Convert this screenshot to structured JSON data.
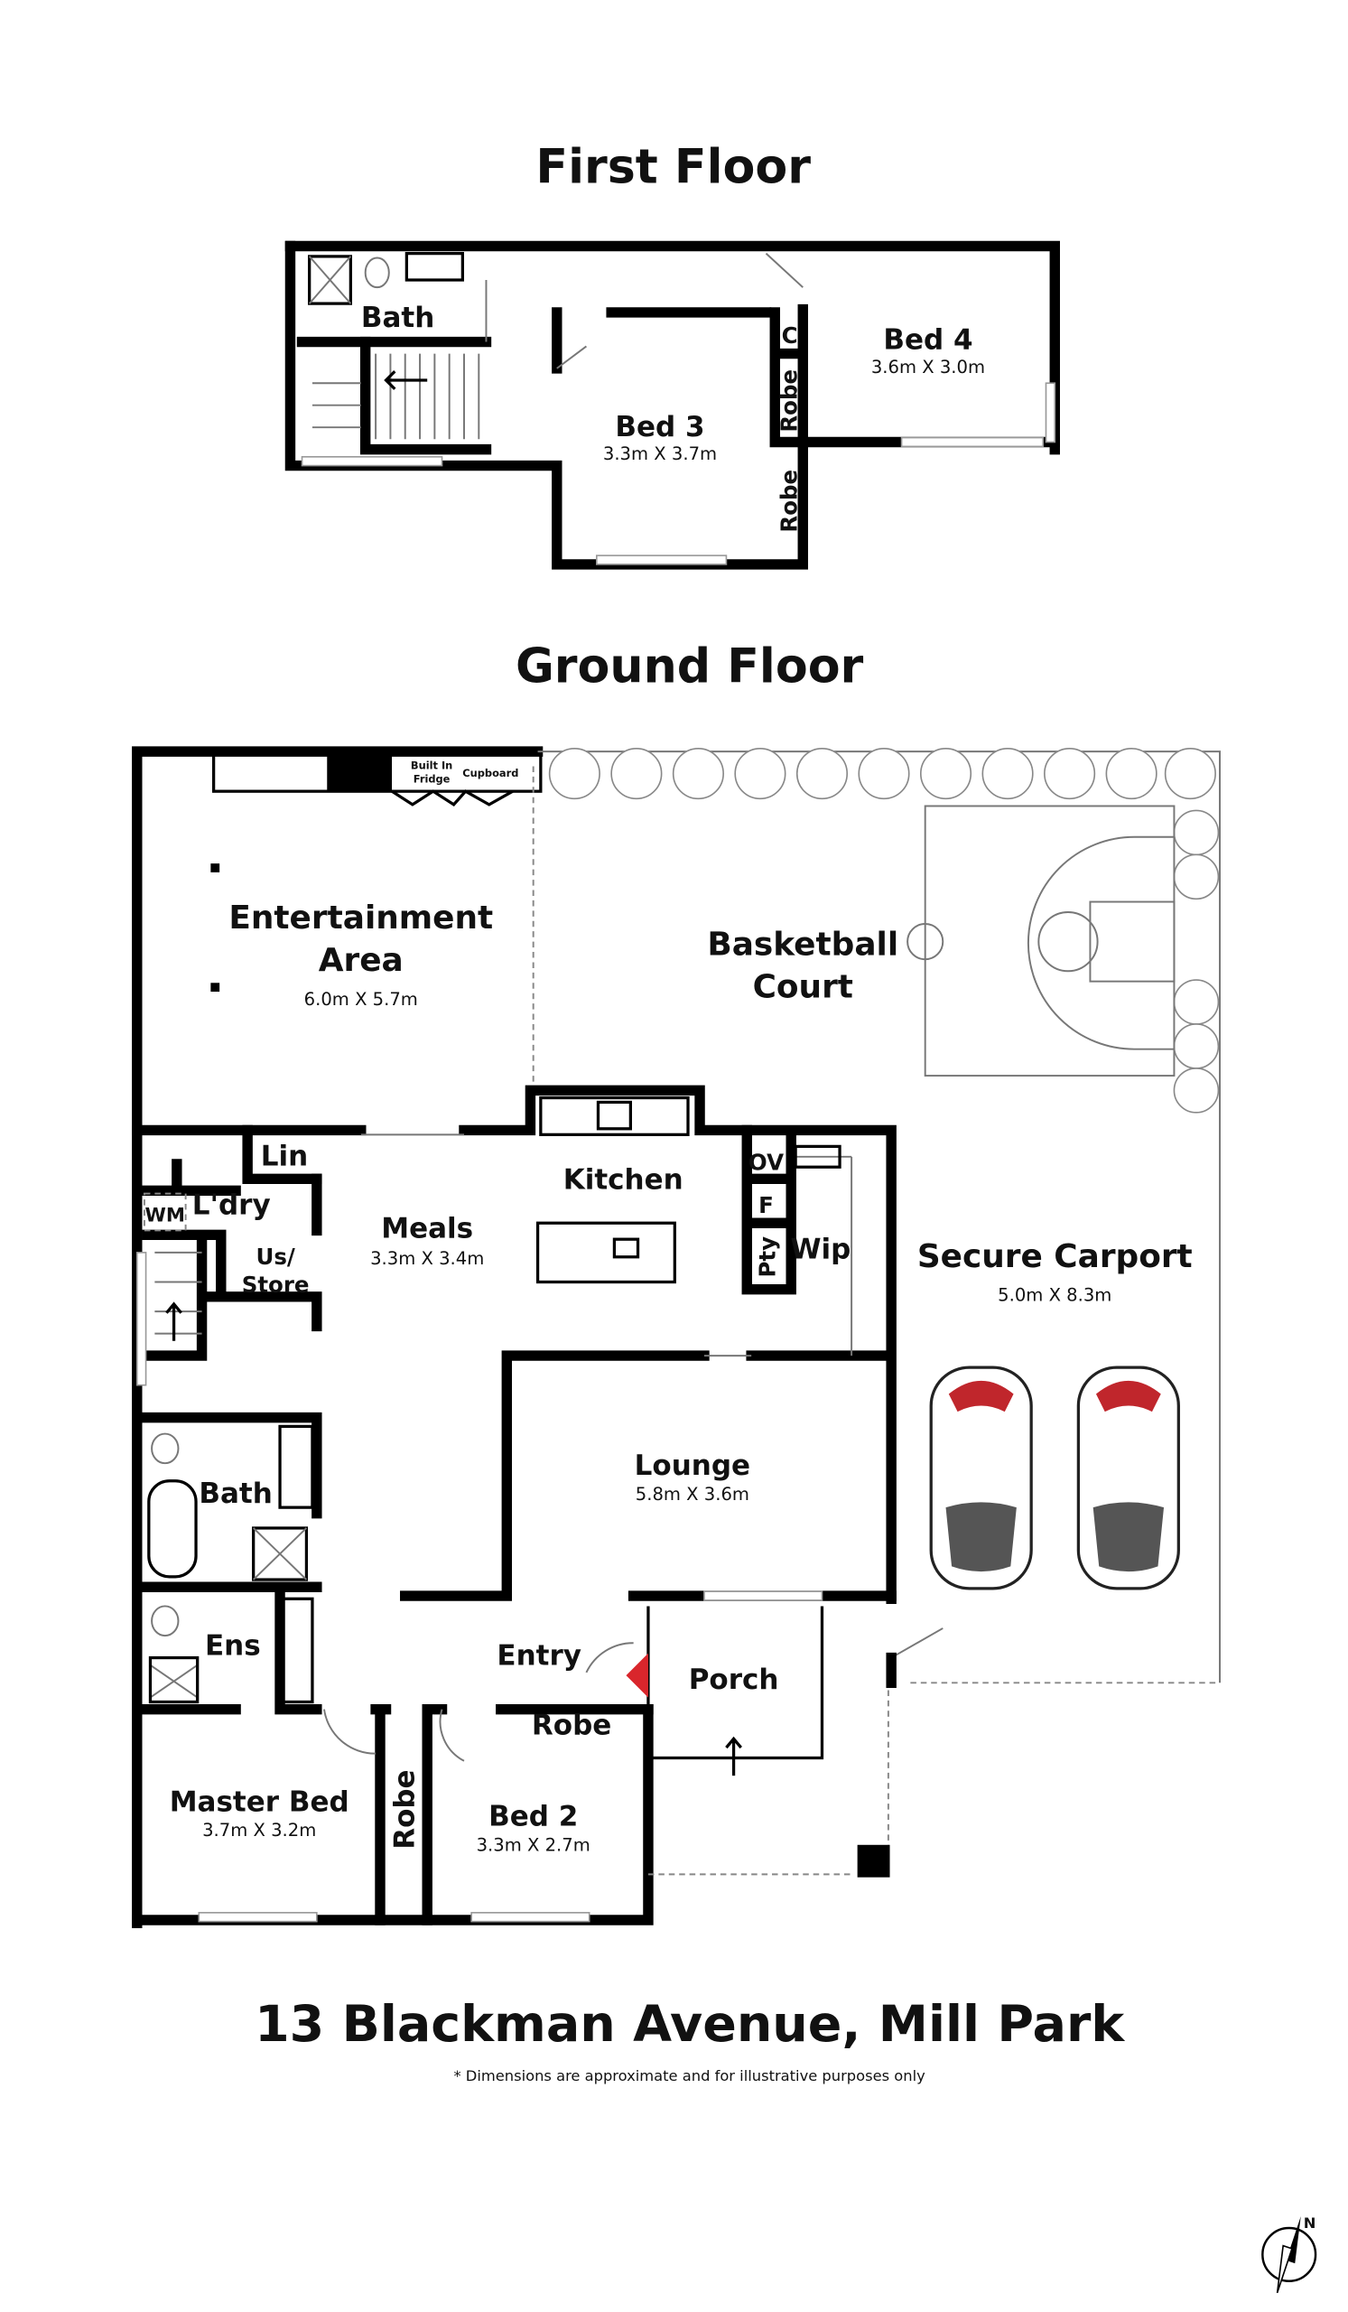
{
  "titles": {
    "first_floor": "First Floor",
    "ground_floor": "Ground Floor"
  },
  "address": "13 Blackman Avenue, Mill Park",
  "disclaimer": "* Dimensions are approximate and for illustrative purposes only",
  "first_floor": {
    "bath": "Bath",
    "bed3": {
      "label": "Bed 3",
      "dims": "3.3m X 3.7m"
    },
    "bed4": {
      "label": "Bed 4",
      "dims": "3.6m X 3.0m"
    },
    "c": "C",
    "robe1": "Robe",
    "robe2": "Robe"
  },
  "ground_floor": {
    "entertainment": {
      "label1": "Entertainment",
      "label2": "Area",
      "dims": "6.0m X 5.7m"
    },
    "built_in_fridge1": "Built In",
    "built_in_fridge2": "Fridge",
    "cupboard": "Cupboard",
    "basketball": {
      "label1": "Basketball",
      "label2": "Court"
    },
    "lin": "Lin",
    "wm": "WM",
    "ldry": "L'dry",
    "meals": {
      "label": "Meals",
      "dims": "3.3m X 3.4m"
    },
    "kitchen": "Kitchen",
    "ov": "OV",
    "f": "F",
    "pty": "Pty",
    "wip": "Wip",
    "us_store1": "Us/",
    "us_store2": "Store",
    "carport": {
      "label": "Secure Carport",
      "dims": "5.0m X 8.3m"
    },
    "bath": "Bath",
    "lounge": {
      "label": "Lounge",
      "dims": "5.8m X 3.6m"
    },
    "ens": "Ens",
    "entry": "Entry",
    "porch": "Porch",
    "robe_bed2": "Robe",
    "robe_master": "Robe",
    "master": {
      "label": "Master Bed",
      "dims": "3.7m X 3.2m"
    },
    "bed2": {
      "label": "Bed 2",
      "dims": "3.3m X 2.7m"
    }
  },
  "compass": {
    "label": "N"
  },
  "colors": {
    "walls": "#000000",
    "entry_marker": "#d9262c"
  }
}
